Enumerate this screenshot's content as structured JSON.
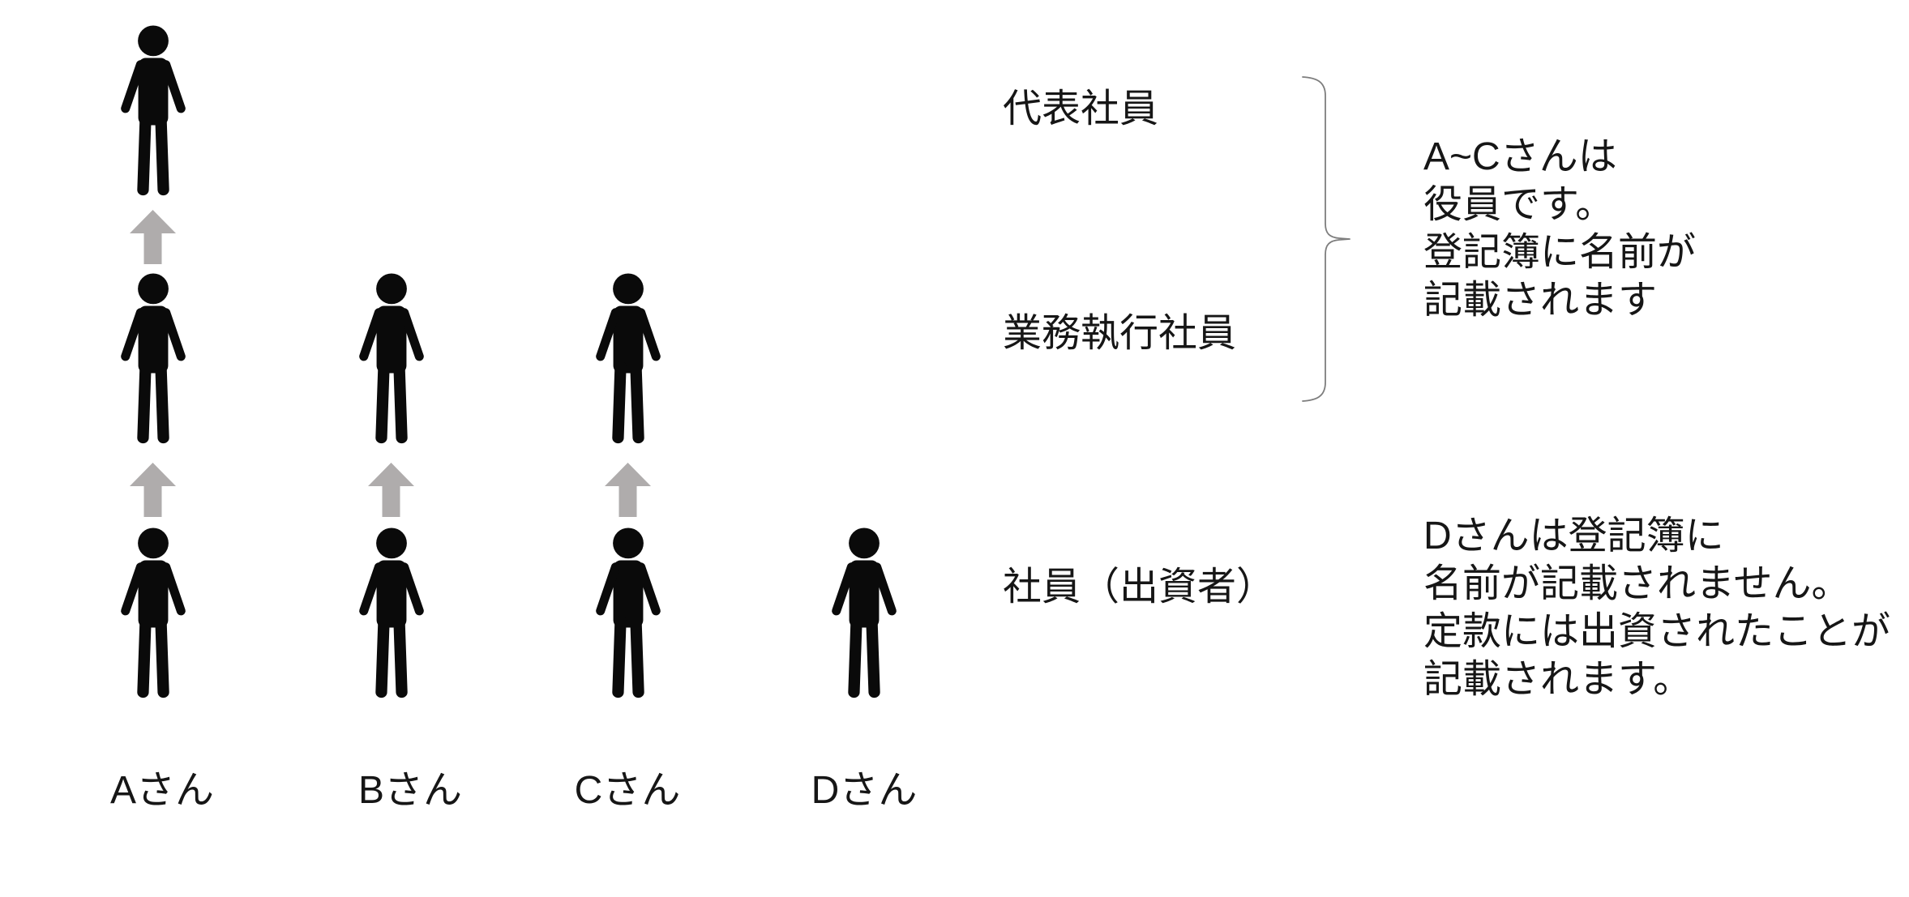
{
  "roles": {
    "representative": "代表社員",
    "executive": "業務執行社員",
    "member": "社員（出資者）"
  },
  "people": {
    "a": "Aさん",
    "b": "Bさん",
    "c": "Cさん",
    "d": "Dさん"
  },
  "annotations": {
    "officers": {
      "line1": "A~Cさんは",
      "line2": "役員です。",
      "line3": "登記簿に名前が",
      "line4": "記載されます"
    },
    "d_member": {
      "line1": "Dさんは登記簿に",
      "line2": "名前が記載されません。",
      "line3": "定款には出資されたことが",
      "line4": "記載されます。"
    }
  },
  "colors": {
    "person_icon": "#0a0a0a",
    "promotion_arrow": "#afacac",
    "brace": "#7d7d7d",
    "text": "#161616",
    "background": "#ffffff"
  }
}
